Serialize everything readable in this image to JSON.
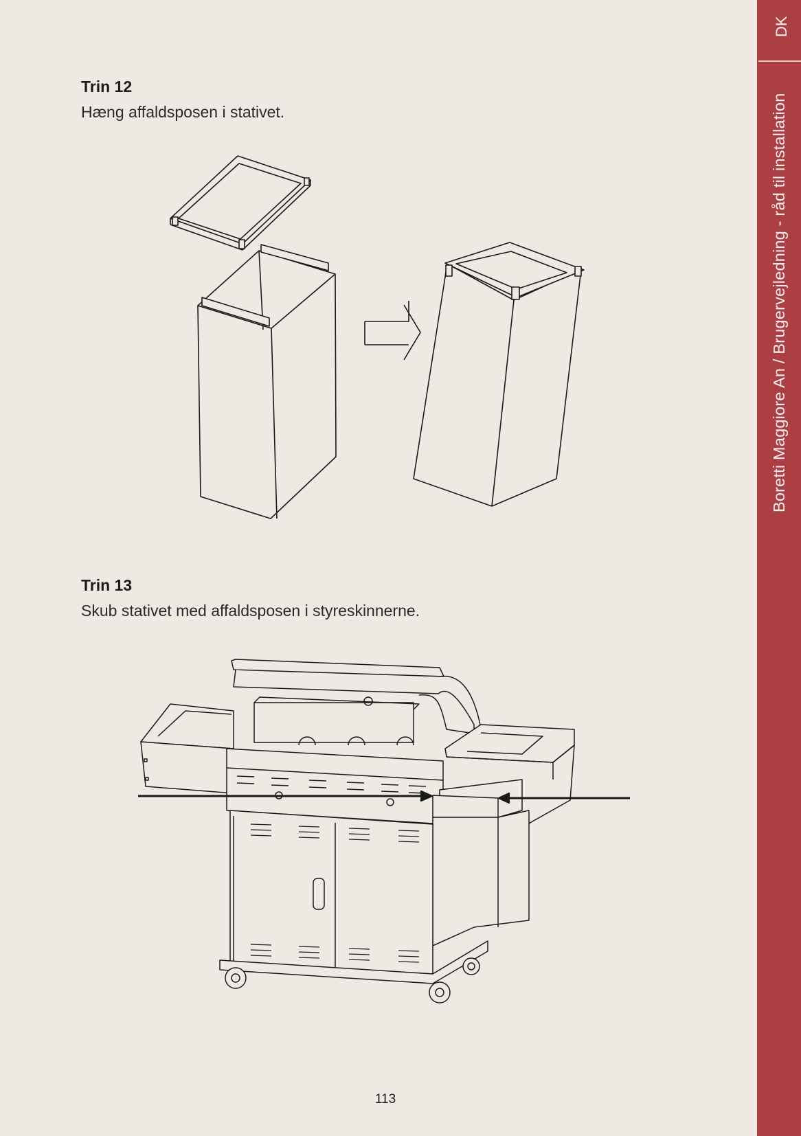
{
  "sidebar": {
    "language": "DK",
    "title": "Boretti Maggiore An / Brugervejledning - råd til installation"
  },
  "steps": [
    {
      "title": "Trin 12",
      "text": "Hæng affaldsposen i stativet."
    },
    {
      "title": "Trin 13",
      "text": "Skub stativet med affaldsposen i styreskinnerne."
    }
  ],
  "page_number": "113",
  "colors": {
    "background": "#efe9e3",
    "sidebar": "#ab3f44",
    "line": "#1a1a1a"
  }
}
